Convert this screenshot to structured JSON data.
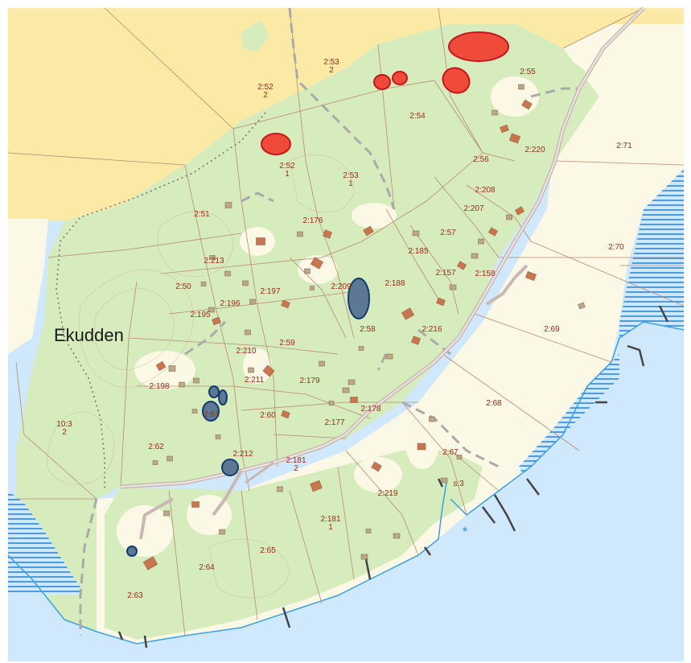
{
  "map": {
    "place_name": "Ekudden",
    "symbol_glyph": "*",
    "colors": {
      "water": "#cfe8fb",
      "shore_line": "#3aa0e8",
      "field": "#faeaa6",
      "forest": "#d6ecbd",
      "open_land": "#fbf8e6",
      "parcel_line": "#b98a72",
      "road": "#c9b8b2",
      "path_dashed": "#a9aaa9",
      "building": "#c9764e",
      "shed": "#b7a98a",
      "marker_red": "#f04a3b",
      "marker_red_stroke": "#c4161c",
      "marker_blue": "#5c7893",
      "marker_blue_stroke": "#143a70",
      "hatch": "#2c8ad6",
      "pier": "#444444"
    },
    "parcels": [
      {
        "id": "p-2-53-2",
        "line1": "2:53",
        "line2": "2"
      },
      {
        "id": "p-2-55",
        "line1": "2:55",
        "line2": ""
      },
      {
        "id": "p-2-52-2",
        "line1": "2:52",
        "line2": "2"
      },
      {
        "id": "p-2-54",
        "line1": "2:54",
        "line2": ""
      },
      {
        "id": "p-2-220",
        "line1": "2:220",
        "line2": ""
      },
      {
        "id": "p-2-71",
        "line1": "2:71",
        "line2": ""
      },
      {
        "id": "p-2-52-1",
        "line1": "2:52",
        "line2": "1"
      },
      {
        "id": "p-2-53-1",
        "line1": "2:53",
        "line2": "1"
      },
      {
        "id": "p-2-56",
        "line1": "2:56",
        "line2": ""
      },
      {
        "id": "p-2-208",
        "line1": "2:208",
        "line2": ""
      },
      {
        "id": "p-2-207",
        "line1": "2:207",
        "line2": ""
      },
      {
        "id": "p-2-51",
        "line1": "2:51",
        "line2": ""
      },
      {
        "id": "p-2-176",
        "line1": "2:176",
        "line2": ""
      },
      {
        "id": "p-2-57",
        "line1": "2:57",
        "line2": ""
      },
      {
        "id": "p-2-185",
        "line1": "2:185",
        "line2": ""
      },
      {
        "id": "p-2-70",
        "line1": "2:70",
        "line2": ""
      },
      {
        "id": "p-2-213",
        "line1": "2:213",
        "line2": ""
      },
      {
        "id": "p-2-157",
        "line1": "2:157",
        "line2": ""
      },
      {
        "id": "p-2-158",
        "line1": "2:158",
        "line2": ""
      },
      {
        "id": "p-2-50",
        "line1": "2:50",
        "line2": ""
      },
      {
        "id": "p-2-197",
        "line1": "2:197",
        "line2": ""
      },
      {
        "id": "p-2-209",
        "line1": "2:209",
        "line2": ""
      },
      {
        "id": "p-2-188",
        "line1": "2:188",
        "line2": ""
      },
      {
        "id": "p-2-195",
        "line1": "2:195",
        "line2": ""
      },
      {
        "id": "p-2-196",
        "line1": "2:196",
        "line2": ""
      },
      {
        "id": "p-2-58",
        "line1": "2:58",
        "line2": ""
      },
      {
        "id": "p-2-216",
        "line1": "2:216",
        "line2": ""
      },
      {
        "id": "p-2-69",
        "line1": "2:69",
        "line2": ""
      },
      {
        "id": "p-2-59",
        "line1": "2:59",
        "line2": ""
      },
      {
        "id": "p-2-210",
        "line1": "2:210",
        "line2": ""
      },
      {
        "id": "p-2-211",
        "line1": "2:211",
        "line2": ""
      },
      {
        "id": "p-2-179",
        "line1": "2:179",
        "line2": ""
      },
      {
        "id": "p-2-198",
        "line1": "2:198",
        "line2": ""
      },
      {
        "id": "p-2-178",
        "line1": "2:178",
        "line2": ""
      },
      {
        "id": "p-2-68",
        "line1": "2:68",
        "line2": ""
      },
      {
        "id": "p-2-61",
        "line1": "2:61",
        "line2": ""
      },
      {
        "id": "p-2-60",
        "line1": "2:60",
        "line2": ""
      },
      {
        "id": "p-2-177",
        "line1": "2:177",
        "line2": ""
      },
      {
        "id": "p-10-3-2",
        "line1": "10:3",
        "line2": "2"
      },
      {
        "id": "p-2-62",
        "line1": "2:62",
        "line2": ""
      },
      {
        "id": "p-2-212",
        "line1": "2:212",
        "line2": ""
      },
      {
        "id": "p-2-181-2",
        "line1": "2:181",
        "line2": "2"
      },
      {
        "id": "p-2-67",
        "line1": "2:67",
        "line2": ""
      },
      {
        "id": "p-2-219",
        "line1": "2:219",
        "line2": ""
      },
      {
        "id": "p-s-3",
        "line1": "s:3",
        "line2": ""
      },
      {
        "id": "p-2-181-1",
        "line1": "2:181",
        "line2": "1"
      },
      {
        "id": "p-2-65",
        "line1": "2:65",
        "line2": ""
      },
      {
        "id": "p-2-64",
        "line1": "2:64",
        "line2": ""
      },
      {
        "id": "p-2-63",
        "line1": "2:63",
        "line2": ""
      }
    ]
  }
}
